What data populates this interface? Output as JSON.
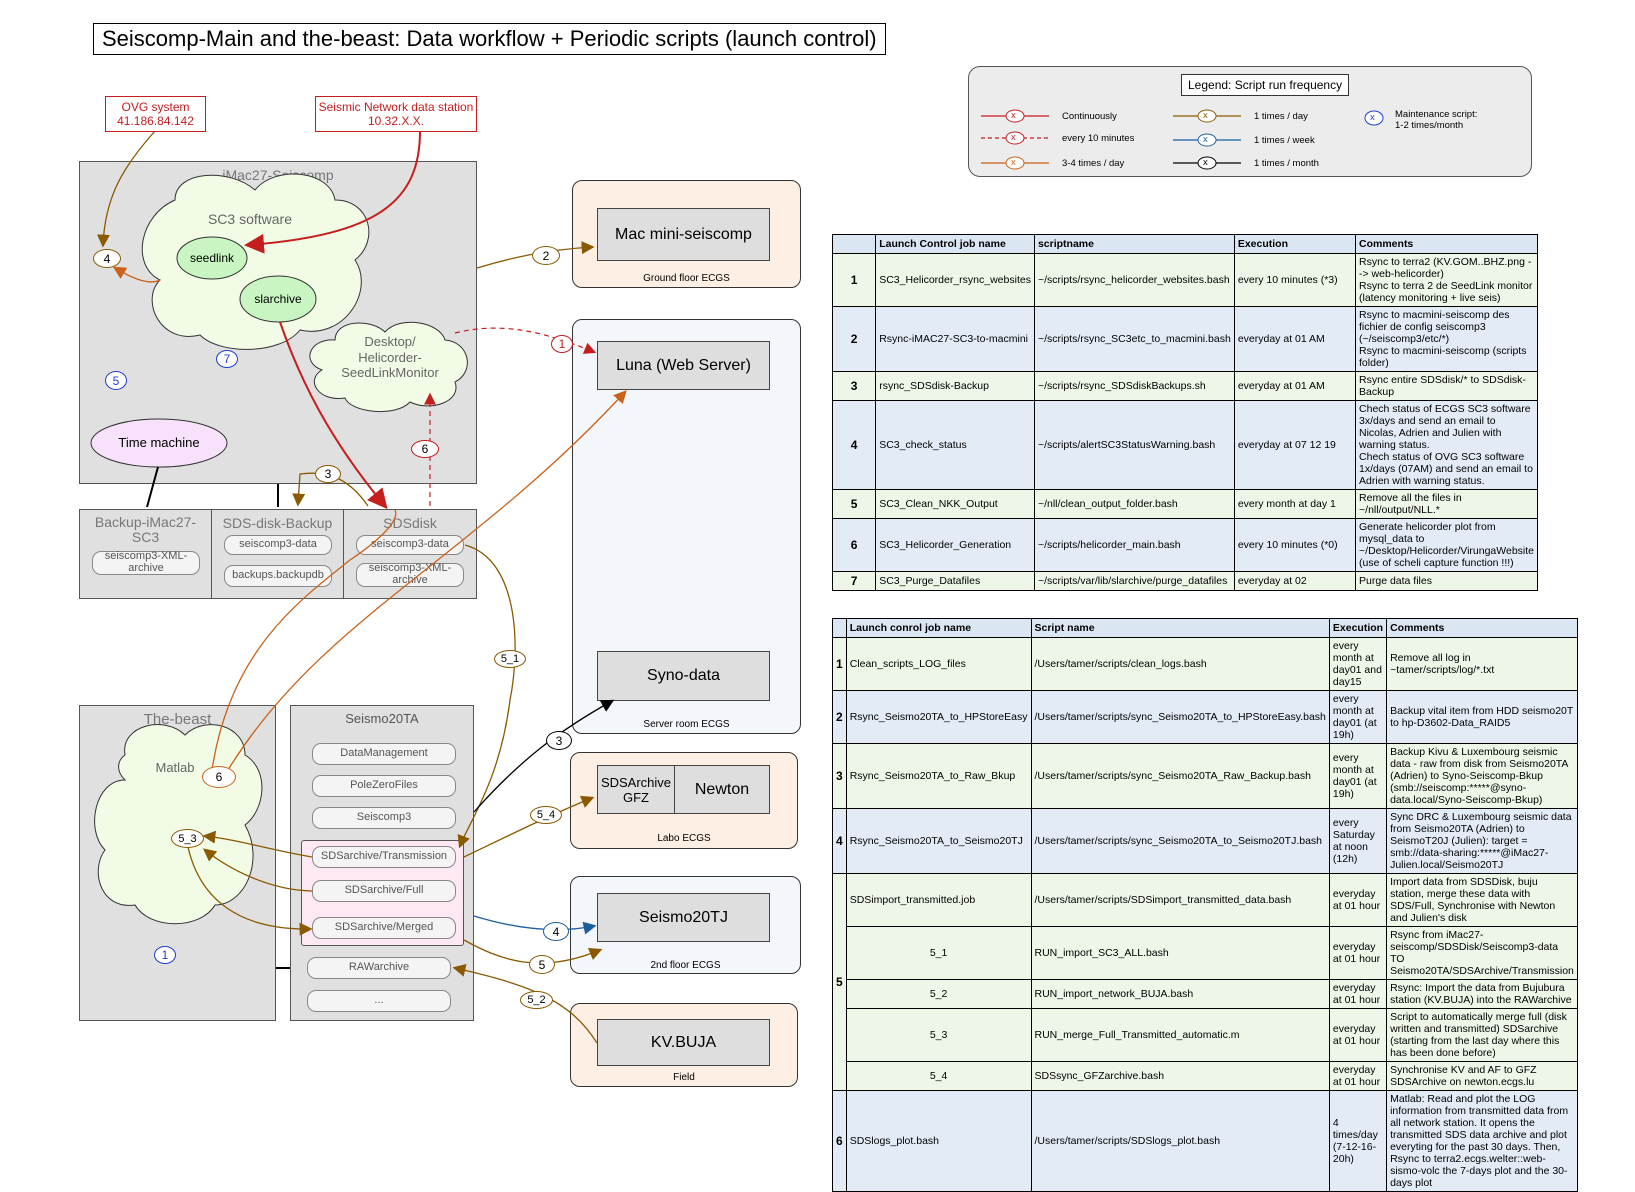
{
  "title": "Seiscomp-Main and the-beast: Data workflow + Periodic scripts (launch control)",
  "colors": {
    "red": "#c41e1e",
    "brown": "#8a5a00",
    "orange": "#c9621a",
    "blue": "#1a5fa0",
    "black": "#000000"
  },
  "sources": {
    "ovg": {
      "line1": "OVG system",
      "line2": "41.186.84.142"
    },
    "seismic": {
      "line1": "Seismic Network data station",
      "line2": "10.32.X.X."
    }
  },
  "imac": {
    "title": "iMac27-Seiscomp",
    "sc3": "SC3 software",
    "seedlink": "seedlink",
    "slarchive": "slarchive",
    "desktop": "Desktop/\nHelicorder-\nSeedLinkMonitor",
    "timemachine": "Time machine",
    "disks": {
      "backup": {
        "title": "Backup-iMac27-SC3",
        "items": [
          "seiscomp3-XML-archive"
        ]
      },
      "sdsbackup": {
        "title": "SDS-disk-Backup",
        "items": [
          "seiscomp3-data",
          "backups.backupdb"
        ]
      },
      "sdsdisk": {
        "title": "SDSdisk",
        "items": [
          "seiscomp3-data",
          "seiscomp3-XML-archive"
        ]
      }
    }
  },
  "servers": {
    "macmini": {
      "name": "Mac mini-seiscomp",
      "location": "Ground floor ECGS"
    },
    "luna": {
      "name": "Luna (Web Server)"
    },
    "syno": {
      "name": "Syno-data",
      "location": "Server room ECGS"
    },
    "newton": {
      "sds": "SDSArchive GFZ",
      "name": "Newton",
      "location": "Labo ECGS"
    },
    "seismo20tj": {
      "name": "Seismo20TJ",
      "location": "2nd floor ECGS"
    },
    "kvbuja": {
      "name": "KV.BUJA",
      "location": "Field"
    }
  },
  "beast": {
    "title": "The-beast",
    "matlab": "Matlab",
    "seismo20ta": "Seismo20TA",
    "folders": [
      "DataManagement",
      "PoleZeroFiles",
      "Seiscomp3",
      "SDSarchive/Transmission",
      "SDSarchive/Full",
      "SDSarchive/Merged",
      "RAWarchive",
      "..."
    ]
  },
  "markers": {
    "m1a": "1",
    "m2": "2",
    "m3": "3",
    "m4": "4",
    "m5": "5",
    "m6": "6",
    "m7": "7",
    "m4b": "4",
    "m5b": "5",
    "m6b": "6",
    "m3b": "3",
    "m1b": "1",
    "m5_1": "5_1",
    "m5_2": "5_2",
    "m5_3": "5_3",
    "m5_4": "5_4",
    "m5c": "5"
  },
  "legend": {
    "title": "Legend: Script run frequency",
    "items": [
      "Continuously",
      "every 10 minutes",
      "3-4 times / day",
      "1 times / day",
      "1 times / week",
      "1 times / month",
      "Maintenance script:\n1-2 times/month"
    ],
    "marker": "x"
  },
  "table1": {
    "headers": [
      "",
      "Launch Control job name",
      "scriptname",
      "Execution",
      "Comments"
    ],
    "rows": [
      [
        "1",
        "SC3_Helicorder_rsync_websites",
        "~/scripts/rsync_helicorder_websites.bash",
        "every 10 minutes (*3)",
        "Rsync to terra2 (KV.GOM..BHZ.png --> web-helicorder)\nRsync to terra 2 de SeedLink monitor (latency monitoring + live seis)"
      ],
      [
        "2",
        "Rsync-iMAC27-SC3-to-macmini",
        "~/scripts/rsync_SC3etc_to_macmini.bash",
        "everyday at 01 AM",
        "Rsync to macmini-seiscomp des fichier de config seiscomp3 (~/seiscomp3/etc/*)\nRsync to macmini-seiscomp (scripts folder)"
      ],
      [
        "3",
        "rsync_SDSdisk-Backup",
        "~/scripts/rsync_SDSdiskBackups.sh",
        "everyday at 01 AM",
        "Rsync entire SDSdisk/* to SDSdisk-Backup"
      ],
      [
        "4",
        "SC3_check_status",
        "~/scripts/alertSC3StatusWarning.bash",
        "everyday at 07 12 19",
        "Chech status of ECGS SC3 software 3x/days and send an email to Nicolas, Adrien and Julien with warning status.\nChech status of OVG SC3 software 1x/days (07AM) and send an email to Adrien with warning status."
      ],
      [
        "5",
        "SC3_Clean_NKK_Output",
        "~/nll/clean_output_folder.bash",
        "every month at day 1",
        "Remove all the files in ~/nll/output/NLL.*"
      ],
      [
        "6",
        "SC3_Helicorder_Generation",
        "~/scripts/helicorder_main.bash",
        "every 10 minutes (*0)",
        "Generate helicorder plot from mysql_data to ~/Desktop/Helicorder/VirungaWebsite (use of scheli capture function !!!)"
      ],
      [
        "7",
        "SC3_Purge_Datafiles",
        "~/scripts/var/lib/slarchive/purge_datafiles",
        "everyday at 02",
        "Purge data files"
      ]
    ]
  },
  "table2": {
    "headers": [
      "",
      "Launch conrol job name",
      "Script name",
      "Execution",
      "Comments"
    ],
    "rows": [
      [
        "1",
        "Clean_scripts_LOG_files",
        "/Users/tamer/scripts/clean_logs.bash",
        "every month at day01 and day15",
        "Remove all log in ~tamer/scripts/log/*.txt"
      ],
      [
        "2",
        "Rsync_Seismo20TA_to_HPStoreEasy",
        "/Users/tamer/scripts/sync_Seismo20TA_to_HPStoreEasy.bash",
        "every month at day01 (at 19h)",
        "Backup vital item from HDD seismo20T to hp-D3602-Data_RAID5"
      ],
      [
        "3",
        "Rsync_Seismo20TA_to_Raw_Bkup",
        "/Users/tamer/scripts/sync_Seismo20TA_Raw_Backup.bash",
        "every month at day01 (at 19h)",
        "Backup Kivu & Luxembourg seismic data - raw from disk from Seismo20TA (Adrien) to Syno-Seiscomp-Bkup (smb://seiscomp:*****@syno-data.local/Syno-Seiscomp-Bkup)"
      ],
      [
        "4",
        "Rsync_Seismo20TA_to_Seismo20TJ",
        "/Users/tamer/scripts/sync_Seismo20TA_to_Seismo20TJ.bash",
        "every Saturday at noon (12h)",
        "Sync DRC & Luxembourg seismic data from Seismo20TA (Adrien) to SeismoT20J (Julien): target = smb://data-sharing:*****@iMac27-Julien.local/Seismo20TJ"
      ],
      [
        "5",
        "SDSimport_transmitted.job",
        "/Users/tamer/scripts/SDSimport_transmitted_data.bash",
        "everyday at 01 hour",
        "Import data from SDSDisk, buju station, merge these data with SDS/Full, Synchronise with Newton and Julien's disk"
      ],
      [
        "",
        "5_1",
        "RUN_import_SC3_ALL.bash",
        "everyday at 01 hour",
        "Rsync from iMac27-seiscomp/SDSDisk/Seiscomp3-data TO Seismo20TA/SDSArchive/Transmission"
      ],
      [
        "",
        "5_2",
        "RUN_import_network_BUJA.bash",
        "everyday at 01 hour",
        "Rsync: Import the data from Bujubura station (KV.BUJA) into the RAWarchive"
      ],
      [
        "",
        "5_3",
        "RUN_merge_Full_Transmitted_automatic.m",
        "everyday at 01 hour",
        "Script to automatically merge full (disk written and transmitted) SDSarchive (starting from the last day where this has been done before)"
      ],
      [
        "",
        "5_4",
        "SDSsync_GFZarchive.bash",
        "everyday at 01 hour",
        "Synchronise KV and AF to GFZ SDSArchive on newton.ecgs.lu"
      ],
      [
        "6",
        "SDSlogs_plot.bash",
        "/Users/tamer/scripts/SDSlogs_plot.bash",
        "4 times/day (7-12-16-20h)",
        "Matlab: Read and plot the LOG information from transmitted data from all network station. It opens the transmitted SDS data archive and plot everyting for the past 30 days. Then, Rsync to terra2.ecgs.welter::web-sismo-volc the 7-days plot and the 30-days plot"
      ]
    ]
  }
}
